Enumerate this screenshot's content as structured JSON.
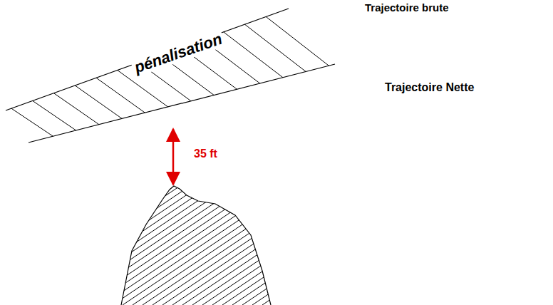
{
  "diagram": {
    "nodes": [
      {
        "text": [
          "pénalisation"
        ]
      }
    ],
    "labels": [
      "Trajectoire brute",
      "Trajectoire Nette",
      "35 ft"
    ]
  }
}
